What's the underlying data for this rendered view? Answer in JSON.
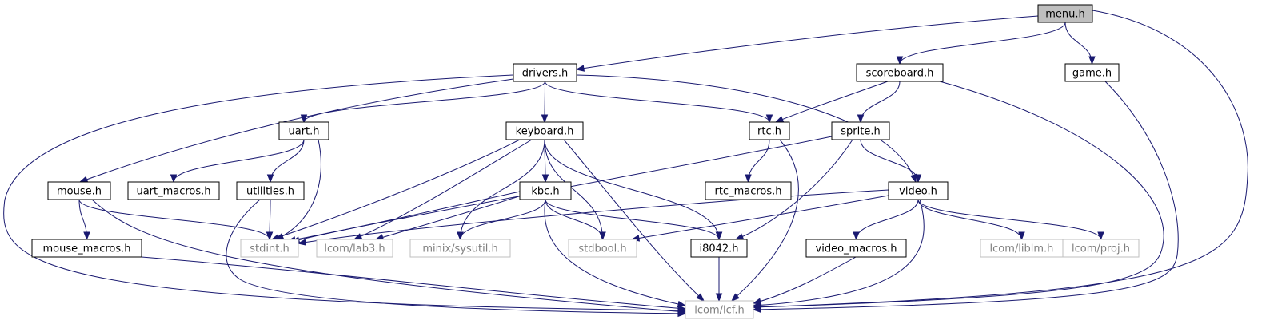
{
  "graph": {
    "nodes": [
      {
        "id": "menu",
        "label": "menu.h",
        "kind": "root"
      },
      {
        "id": "drivers",
        "label": "drivers.h",
        "kind": "local"
      },
      {
        "id": "scoreboard",
        "label": "scoreboard.h",
        "kind": "local"
      },
      {
        "id": "game",
        "label": "game.h",
        "kind": "local"
      },
      {
        "id": "uart",
        "label": "uart.h",
        "kind": "local"
      },
      {
        "id": "keyboard",
        "label": "keyboard.h",
        "kind": "local"
      },
      {
        "id": "rtc",
        "label": "rtc.h",
        "kind": "local"
      },
      {
        "id": "sprite",
        "label": "sprite.h",
        "kind": "local"
      },
      {
        "id": "mouse",
        "label": "mouse.h",
        "kind": "local"
      },
      {
        "id": "uart_macros",
        "label": "uart_macros.h",
        "kind": "local"
      },
      {
        "id": "utilities",
        "label": "utilities.h",
        "kind": "local"
      },
      {
        "id": "kbc",
        "label": "kbc.h",
        "kind": "local"
      },
      {
        "id": "rtc_macros",
        "label": "rtc_macros.h",
        "kind": "local"
      },
      {
        "id": "video",
        "label": "video.h",
        "kind": "local"
      },
      {
        "id": "mouse_macros",
        "label": "mouse_macros.h",
        "kind": "local"
      },
      {
        "id": "stdint",
        "label": "stdint.h",
        "kind": "external"
      },
      {
        "id": "lab3",
        "label": "lcom/lab3.h",
        "kind": "external"
      },
      {
        "id": "sysutil",
        "label": "minix/sysutil.h",
        "kind": "external"
      },
      {
        "id": "stdbool",
        "label": "stdbool.h",
        "kind": "external"
      },
      {
        "id": "i8042",
        "label": "i8042.h",
        "kind": "local"
      },
      {
        "id": "video_macros",
        "label": "video_macros.h",
        "kind": "local"
      },
      {
        "id": "liblm",
        "label": "lcom/liblm.h",
        "kind": "external"
      },
      {
        "id": "proj",
        "label": "lcom/proj.h",
        "kind": "external"
      },
      {
        "id": "lcf",
        "label": "lcom/lcf.h",
        "kind": "external"
      }
    ],
    "edges": [
      {
        "from": "menu",
        "to": "drivers"
      },
      {
        "from": "menu",
        "to": "scoreboard"
      },
      {
        "from": "menu",
        "to": "game"
      },
      {
        "from": "menu",
        "to": "lcf"
      },
      {
        "from": "drivers",
        "to": "uart"
      },
      {
        "from": "drivers",
        "to": "keyboard"
      },
      {
        "from": "drivers",
        "to": "rtc"
      },
      {
        "from": "drivers",
        "to": "mouse"
      },
      {
        "from": "drivers",
        "to": "video"
      },
      {
        "from": "drivers",
        "to": "lcf"
      },
      {
        "from": "scoreboard",
        "to": "rtc"
      },
      {
        "from": "scoreboard",
        "to": "sprite"
      },
      {
        "from": "scoreboard",
        "to": "lcf"
      },
      {
        "from": "game",
        "to": "lcf"
      },
      {
        "from": "uart",
        "to": "uart_macros"
      },
      {
        "from": "uart",
        "to": "utilities"
      },
      {
        "from": "uart",
        "to": "stdint"
      },
      {
        "from": "keyboard",
        "to": "kbc"
      },
      {
        "from": "keyboard",
        "to": "stdint"
      },
      {
        "from": "keyboard",
        "to": "lab3"
      },
      {
        "from": "keyboard",
        "to": "sysutil"
      },
      {
        "from": "keyboard",
        "to": "stdbool"
      },
      {
        "from": "keyboard",
        "to": "i8042"
      },
      {
        "from": "keyboard",
        "to": "lcf"
      },
      {
        "from": "rtc",
        "to": "rtc_macros"
      },
      {
        "from": "rtc",
        "to": "lcf"
      },
      {
        "from": "sprite",
        "to": "video"
      },
      {
        "from": "sprite",
        "to": "stdint"
      },
      {
        "from": "sprite",
        "to": "i8042"
      },
      {
        "from": "mouse",
        "to": "mouse_macros"
      },
      {
        "from": "mouse",
        "to": "stdint"
      },
      {
        "from": "mouse",
        "to": "lcf"
      },
      {
        "from": "utilities",
        "to": "stdint"
      },
      {
        "from": "utilities",
        "to": "lcf"
      },
      {
        "from": "kbc",
        "to": "stdint"
      },
      {
        "from": "kbc",
        "to": "lab3"
      },
      {
        "from": "kbc",
        "to": "sysutil"
      },
      {
        "from": "kbc",
        "to": "stdbool"
      },
      {
        "from": "kbc",
        "to": "i8042"
      },
      {
        "from": "kbc",
        "to": "lcf"
      },
      {
        "from": "video",
        "to": "stdint"
      },
      {
        "from": "video",
        "to": "stdbool"
      },
      {
        "from": "video",
        "to": "video_macros"
      },
      {
        "from": "video",
        "to": "liblm"
      },
      {
        "from": "video",
        "to": "proj"
      },
      {
        "from": "video",
        "to": "lcf"
      },
      {
        "from": "mouse_macros",
        "to": "lcf"
      },
      {
        "from": "i8042",
        "to": "lcf"
      },
      {
        "from": "video_macros",
        "to": "lcf"
      }
    ]
  },
  "colors": {
    "edge": "#191970",
    "node_border_local": "#000000",
    "node_border_external": "#bfbfbf",
    "text_local": "#000000",
    "text_external": "#7f7f7f",
    "root_fill": "#bfbfbf",
    "node_fill": "#ffffff"
  }
}
